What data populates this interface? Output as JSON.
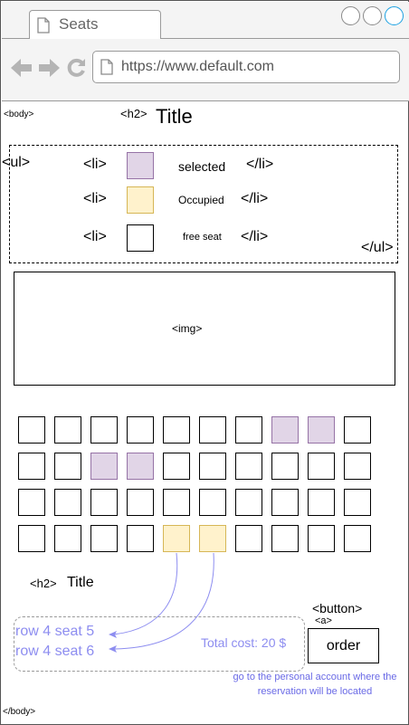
{
  "browser": {
    "tab_title": "Seats",
    "url": "https://www.default.com",
    "window_buttons": [
      "minimize-circle",
      "maximize-circle",
      "close-circle"
    ]
  },
  "tags": {
    "body_open": "<body>",
    "body_close": "</body>",
    "h2_open": "<h2>",
    "ul_open": "<ul>",
    "ul_close": "</ul>",
    "li_open": "<li>",
    "li_close": "</li>",
    "img": "<img>",
    "button_open": "<button>",
    "a_open": "<a>"
  },
  "headings": {
    "title_1": "Title",
    "title_2": "Title"
  },
  "legend": [
    {
      "label": "selected",
      "status": "selected"
    },
    {
      "label": "Occupied",
      "status": "occupied"
    },
    {
      "label": "free seat",
      "status": "free"
    }
  ],
  "seat_grid": {
    "rows": [
      [
        "free",
        "free",
        "free",
        "free",
        "free",
        "free",
        "free",
        "selected",
        "selected",
        "free"
      ],
      [
        "free",
        "free",
        "selected",
        "selected",
        "free",
        "free",
        "free",
        "free",
        "free",
        "free"
      ],
      [
        "free",
        "free",
        "free",
        "free",
        "free",
        "free",
        "free",
        "free",
        "free",
        "free"
      ],
      [
        "free",
        "free",
        "free",
        "free",
        "occupied",
        "occupied",
        "free",
        "free",
        "free",
        "free"
      ]
    ]
  },
  "selection": {
    "items": [
      "row 4 seat 5",
      "row 4 seat 6"
    ],
    "total": "Total cost: 20 $"
  },
  "order_button": "order",
  "order_note": "go to the personal account where the reservation will be located",
  "colors": {
    "selected_fill": "#e1d5e7",
    "selected_border": "#9673a6",
    "occupied_fill": "#fff2cc",
    "occupied_border": "#d6b656",
    "annotation": "#8d8df0"
  }
}
